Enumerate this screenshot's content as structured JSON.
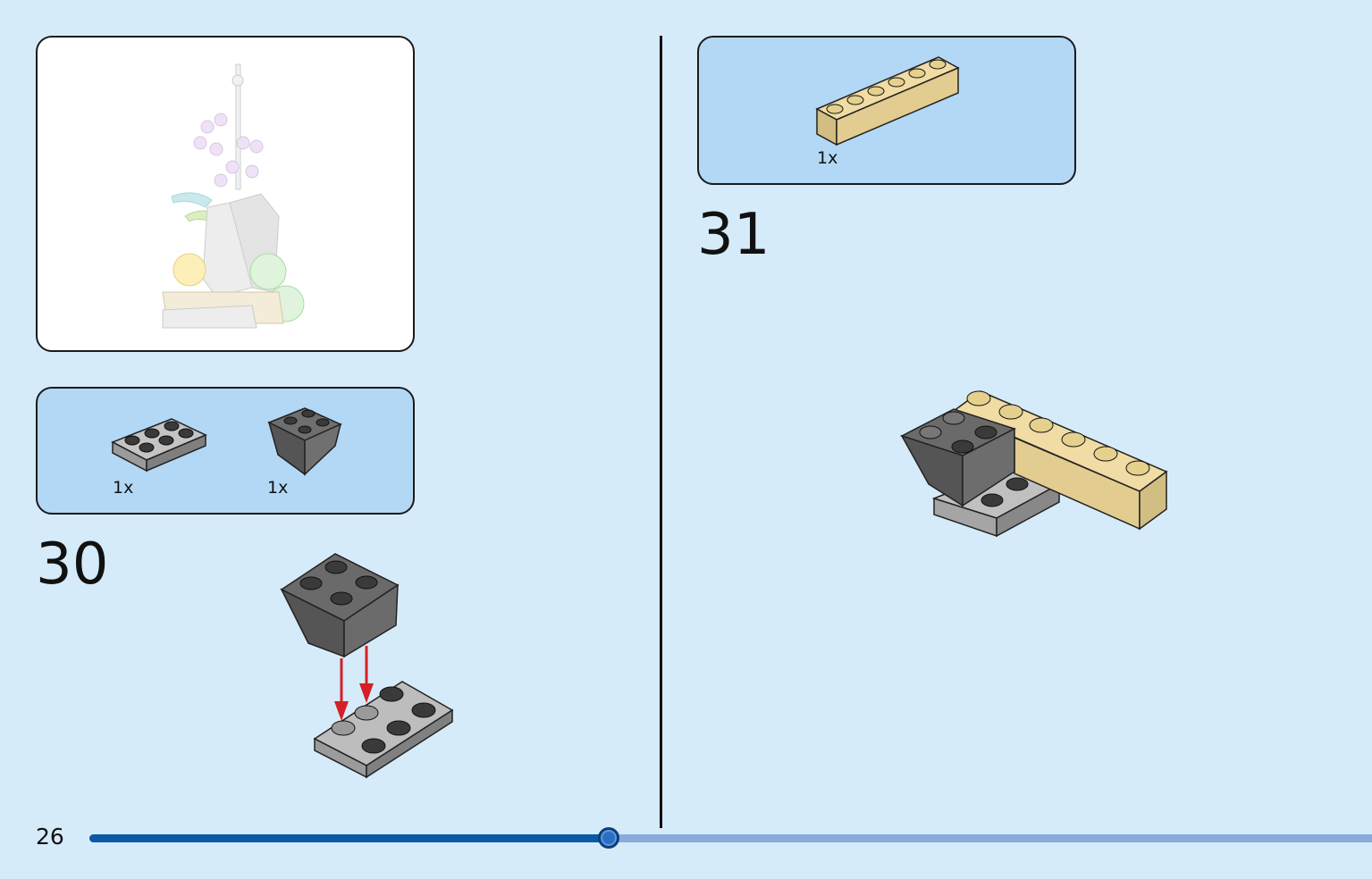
{
  "page": {
    "number": "26",
    "progress_fraction": 0.405
  },
  "preview": {
    "description_icon": "completed-model-preview"
  },
  "step30": {
    "number": "30",
    "parts": [
      {
        "qty": "1x",
        "icon": "plate-2x3-gray-icon"
      },
      {
        "qty": "1x",
        "icon": "slope-inverted-2x2-dark-gray-icon"
      }
    ]
  },
  "step31": {
    "number": "31",
    "parts": [
      {
        "qty": "1x",
        "icon": "brick-1x6-tan-icon"
      }
    ]
  },
  "colors": {
    "background": "#d6ebf9",
    "parts_box": "#b3d8f5",
    "progress_fill": "#0a5aa6",
    "progress_track": "#8aaad9",
    "arrow": "#d62027"
  }
}
